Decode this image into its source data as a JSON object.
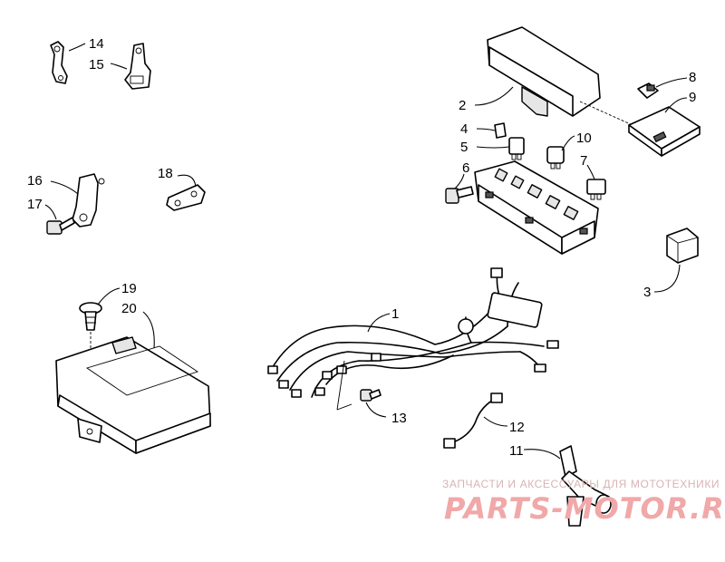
{
  "callouts": {
    "c1": "1",
    "c2": "2",
    "c3": "3",
    "c4": "4",
    "c5": "5",
    "c6": "6",
    "c7": "7",
    "c8": "8",
    "c9": "9",
    "c10": "10",
    "c11": "11",
    "c12": "12",
    "c13": "13",
    "c14": "14",
    "c15": "15",
    "c16": "16",
    "c17": "17",
    "c18": "18",
    "c19": "19",
    "c20": "20"
  },
  "watermark": {
    "caption": "ЗАПЧАСТИ И АКСЕССУАРЫ ДЛЯ МОТОТЕХНИКИ",
    "brand": "PARTS-MOTOR.RU",
    "caption_color": "#d9b3b3",
    "brand_color": "#f0a8a8"
  }
}
